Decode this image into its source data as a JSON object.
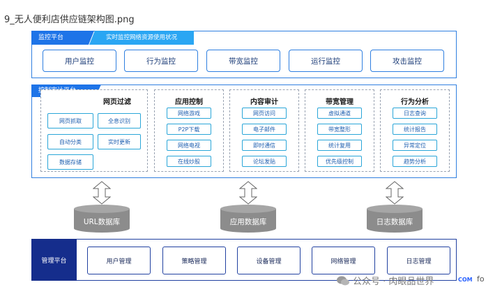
{
  "file_title": "9_无人便利店供应链架构图.png",
  "monitor": {
    "tab": "监控平台",
    "subtitle": "实时监控网络资源使用状况",
    "items": [
      "用户监控",
      "行为监控",
      "带宽监控",
      "运行监控",
      "攻击监控"
    ]
  },
  "control": {
    "tab": "控制审计平台",
    "groups": [
      {
        "title": "网页过滤",
        "items": [
          "网页抓取",
          "全息识别",
          "自动分类",
          "实时更新",
          "数据存储"
        ]
      },
      {
        "title": "应用控制",
        "items": [
          "网络游戏",
          "P2P下载",
          "网络电视",
          "在线炒股"
        ]
      },
      {
        "title": "内容审计",
        "items": [
          "网页访问",
          "电子邮件",
          "即时通信",
          "论坛发贴"
        ]
      },
      {
        "title": "带宽管理",
        "items": [
          "虚拟通道",
          "带宽整形",
          "统计复用",
          "优先级控制"
        ]
      },
      {
        "title": "行为分析",
        "items": [
          "日志查询",
          "统计报告",
          "异常定位",
          "趋势分析"
        ]
      }
    ]
  },
  "databases": [
    "URL数据库",
    "应用数据库",
    "日志数据库"
  ],
  "management": {
    "tab": "管理平台",
    "items": [
      "用户管理",
      "策略管理",
      "设备管理",
      "网络管理",
      "日志管理"
    ]
  },
  "watermark": {
    "text": "公众号 · 肉眼品世界",
    "logo": "COM",
    "suffix": "fo"
  },
  "colors": {
    "primary_blue": "#1e74e8",
    "light_blue": "#2aa6f3",
    "navy": "#152d8c",
    "db_gray": "#8c8c8c"
  }
}
